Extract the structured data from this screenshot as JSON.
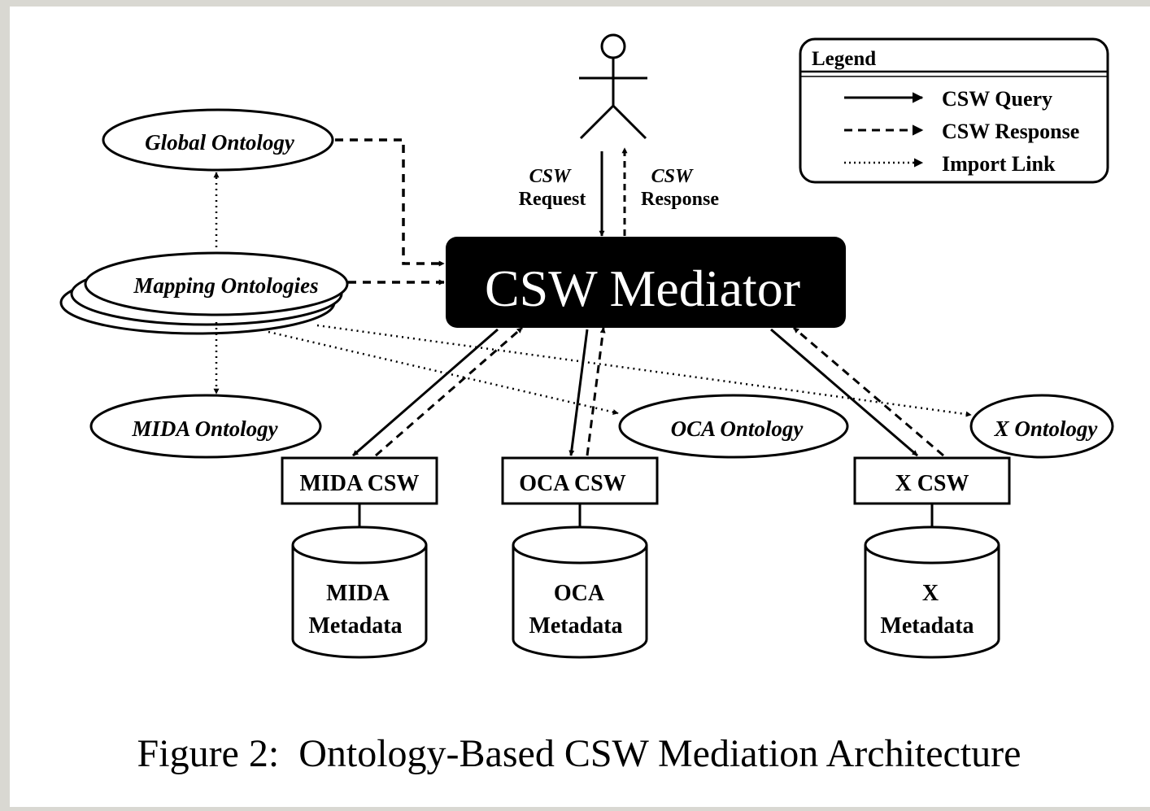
{
  "figure": {
    "caption": "Figure 2:  Ontology-Based CSW Mediation Architecture"
  },
  "legend": {
    "title": "Legend",
    "items": [
      {
        "label": "CSW Query",
        "style": "solid"
      },
      {
        "label": "CSW Response",
        "style": "dashed"
      },
      {
        "label": "Import Link",
        "style": "dotted"
      }
    ]
  },
  "user": {
    "request_line1": "CSW",
    "request_line2": "Request",
    "response_line1": "CSW",
    "response_line2": "Response"
  },
  "mediator": {
    "label": "CSW Mediator"
  },
  "ontologies": {
    "global": "Global Ontology",
    "mapping": "Mapping Ontologies",
    "mida": "MIDA Ontology",
    "oca": "OCA Ontology",
    "x": "X Ontology"
  },
  "services": {
    "mida": "MIDA CSW",
    "oca": "OCA CSW",
    "x": "X CSW"
  },
  "metadata": {
    "mida_line1": "MIDA",
    "mida_line2": "Metadata",
    "oca_line1": "OCA",
    "oca_line2": "Metadata",
    "x_line1": "X",
    "x_line2": "Metadata"
  },
  "colors": {
    "page": "#ffffff",
    "ink": "#000000",
    "mediator_bg": "#000000",
    "mediator_text": "#ffffff",
    "backdrop": "#d9d8d2"
  }
}
